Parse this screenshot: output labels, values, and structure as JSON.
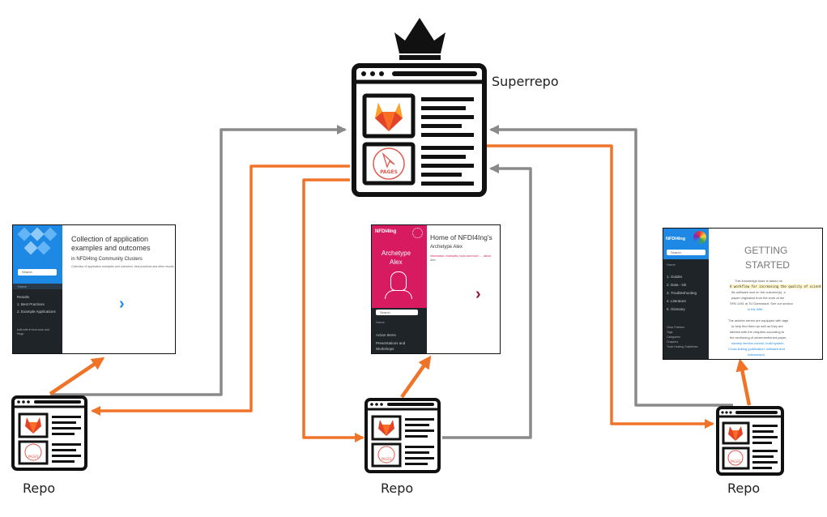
{
  "labels": {
    "superrepo": "Superrepo",
    "repo_left": "Repo",
    "repo_middle": "Repo",
    "repo_right": "Repo"
  },
  "badges": {
    "pages": "PAGES"
  },
  "screens": {
    "left": {
      "title_line1": "Collection of application",
      "title_line2": "examples and outcomes",
      "subtitle": "in NFDI4Ing Community Clusters",
      "body": "Collection of application examples and outcomes, best practices and other results",
      "search": "Search",
      "nav_home": "Home",
      "nav_header": "Results",
      "nav_item1": "1. Best Practices",
      "nav_item2": "2. Example Applications",
      "footer_line1": "built with ♥ from tools and",
      "footer_line2": "Hugo",
      "accent": "#1e88e5",
      "sidebar": "#1f2428"
    },
    "middle": {
      "logo": "NFDI4Ing",
      "hero_line1": "Archetype",
      "hero_line2": "Alex",
      "title": "Home of NFDI4Ing's",
      "subtitle": "Archetype Alex",
      "body": "Information, examples, tools and more ... , about",
      "body2": "Alex",
      "search": "Search",
      "nav_home": "Home",
      "nav_item1": "Action Items",
      "nav_item2": "Presentations and",
      "nav_item3": "Workshops",
      "accent": "#d81b60",
      "sidebar": "#1f2428"
    },
    "right": {
      "logo": "NFDI4Ing",
      "heading_line1": "GETTING",
      "heading_line2": "STARTED",
      "search": "Search",
      "nav_home": "Home",
      "nav_item1": "1. Guides",
      "nav_item2": "2. Data - ink",
      "nav_item3": "3. Troubleshooting",
      "nav_item4": "4. Literature",
      "nav_item5": "5. Glossary",
      "tag1": "Clear Pointers",
      "tag2": "Tags",
      "tag3": "Categories",
      "tag4": "Chapters",
      "tag5": "Tools Hosting Guidelines",
      "para1_line1": "This knowledge base is based on",
      "para1_line2": "A workflow for increasing the quality of scient",
      "para1_line3": "ific software and on the outcome(s), a",
      "para1_line4": "paper originated from the work at the",
      "para1_line5": "SFB 1194 at TU Darmstadt. See our section",
      "para1_line6": "in the Wiki.",
      "para2_line1": "The articles herein are equipped with tags",
      "para2_line2": "to help find them as well as they are",
      "para2_line3": "labeled with the chapters according to",
      "para2_line4": "the sectioning of aforementioned paper,",
      "para2_line5": "namely version control, build system,",
      "para2_line6": "Cross-linking (publication, software and",
      "para2_line7": "manuscript)",
      "accent": "#1e88e5",
      "sidebar": "#1f2428"
    }
  },
  "colors": {
    "orange_arrow": "#f07428",
    "gray_arrow": "#8a8a8a",
    "gitlab_dark": "#e24329",
    "gitlab_mid": "#fc6d26",
    "gitlab_light": "#fca326",
    "pages_red": "#e05a4f"
  }
}
